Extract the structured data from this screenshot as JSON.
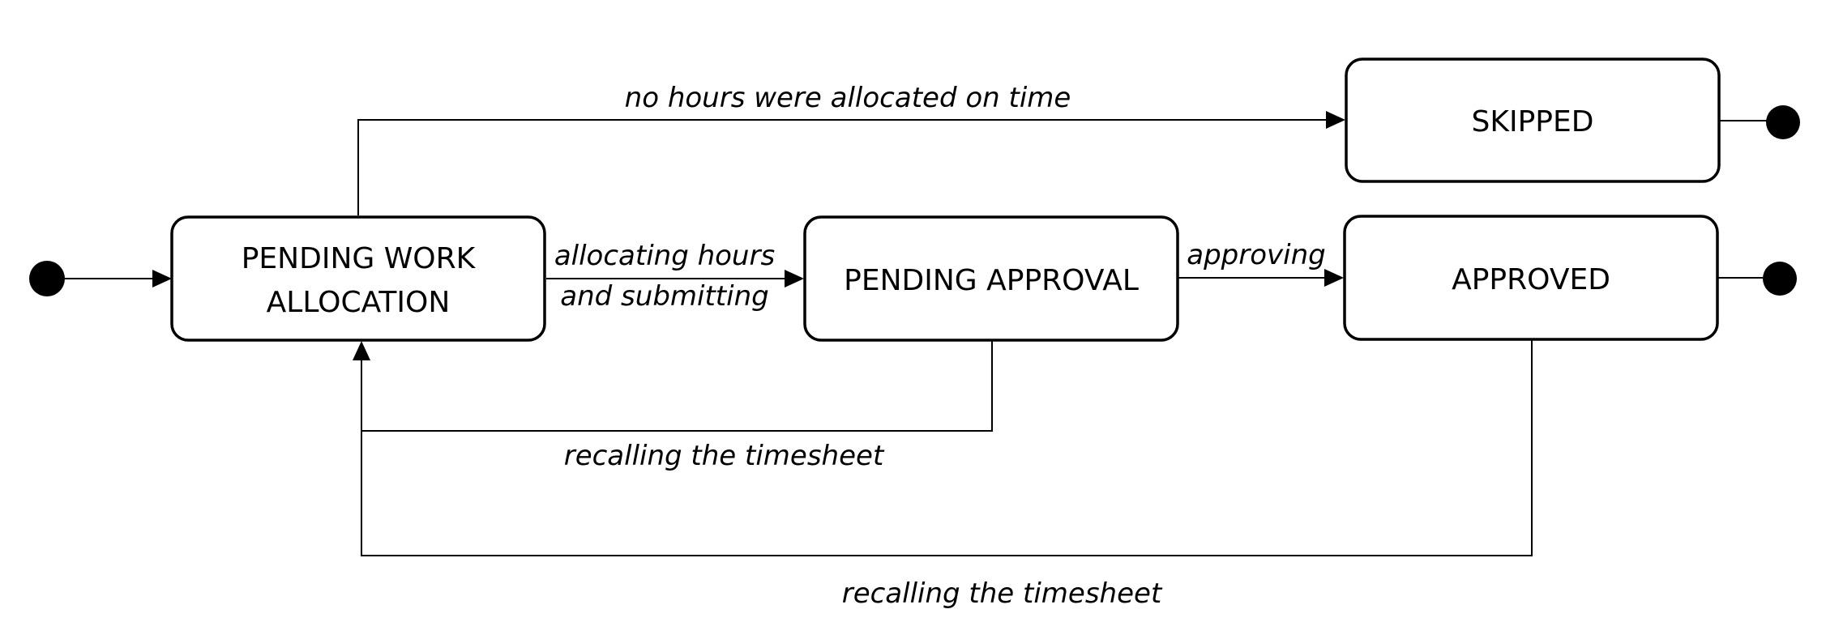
{
  "states": {
    "pending_work_allocation": {
      "label_line1": "PENDING WORK",
      "label_line2": "ALLOCATION"
    },
    "pending_approval": {
      "label": "PENDING APPROVAL"
    },
    "approved": {
      "label": "APPROVED"
    },
    "skipped": {
      "label": "SKIPPED"
    }
  },
  "transitions": {
    "no_hours": "no hours were allocated on time",
    "allocating_line1": "allocating hours",
    "allocating_line2": "and submitting",
    "approving": "approving",
    "recall_from_approval": "recalling the timesheet",
    "recall_from_approved": "recalling the timesheet"
  }
}
